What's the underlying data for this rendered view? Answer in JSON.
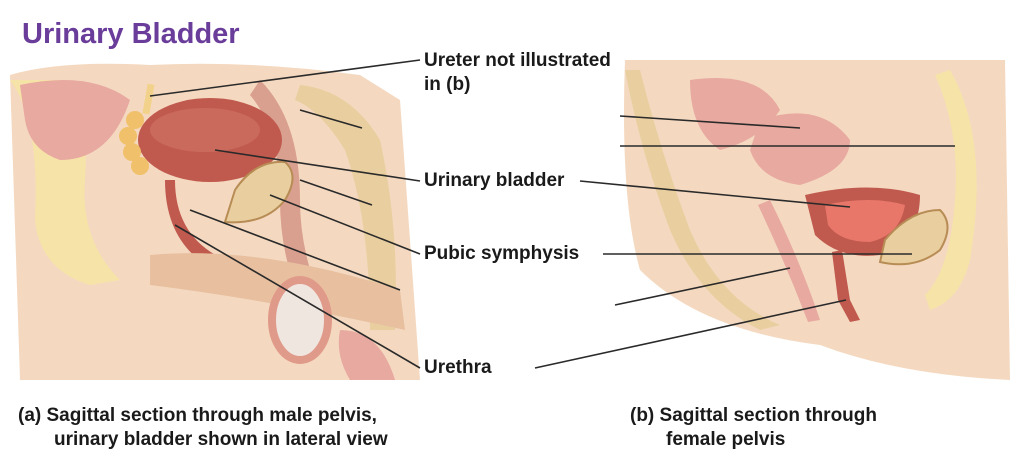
{
  "title": "Urinary Bladder",
  "labels": {
    "ureter": "Ureter not illustrated in (b)",
    "bladder": "Urinary bladder",
    "pubic": "Pubic symphysis",
    "urethra": "Urethra"
  },
  "captions": {
    "a_line1": "(a) Sagittal section through male pelvis,",
    "a_line2": "urinary bladder shown in lateral view",
    "b_line1": "(b) Sagittal section through",
    "b_line2": "female pelvis"
  },
  "colors": {
    "title": "#6a3d9a",
    "skin": "#f4d9c0",
    "fat": "#f6e3a8",
    "muscle": "#c05a4e",
    "bone": "#e9cfa0",
    "tissue_pink": "#e8a9a0",
    "leader": "#2a2a2a"
  }
}
